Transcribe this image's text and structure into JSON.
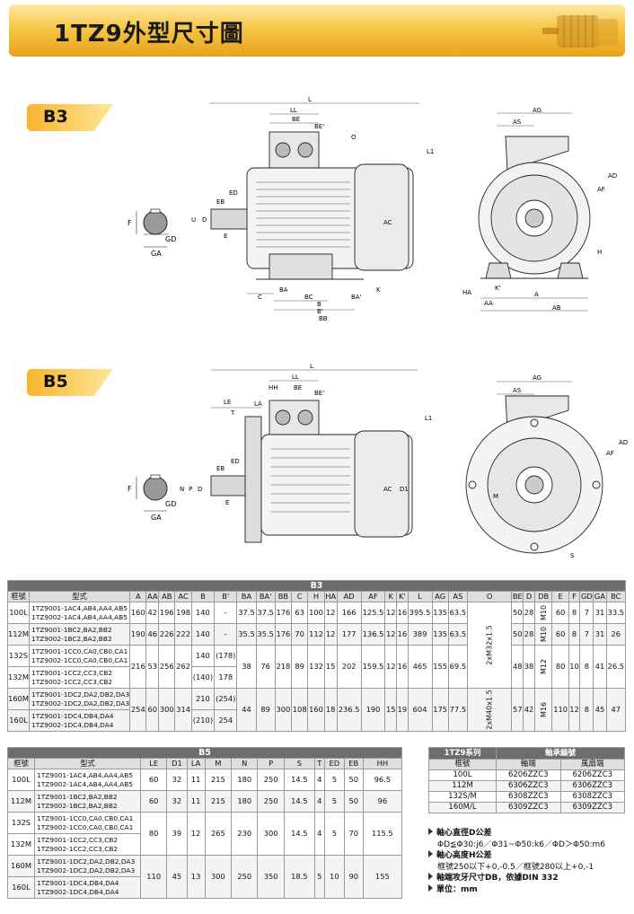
{
  "title": "1TZ9外型尺寸圖",
  "b3_tab": "B3",
  "b5_tab": "B5",
  "dlabels": {
    "b3_side": [
      "L",
      "LL",
      "BE",
      "BE'",
      "O",
      "L1",
      "ED",
      "EB",
      "E",
      "D",
      "U",
      "AC",
      "C",
      "BA",
      "BC",
      "BA'",
      "K",
      "B",
      "B'",
      "BB"
    ],
    "b3_front": [
      "AG",
      "AS",
      "AF",
      "AD",
      "H",
      "HA",
      "K'",
      "AA",
      "A",
      "AB"
    ],
    "b3_shaft": [
      "F",
      "GD",
      "GA"
    ],
    "b5_side": [
      "L",
      "LL",
      "HH",
      "BE",
      "BE'",
      "LE",
      "LA",
      "T",
      "L1",
      "ED",
      "EB",
      "E",
      "N",
      "P",
      "D",
      "AC",
      "D1"
    ],
    "b5_front": [
      "AG",
      "AS",
      "AF",
      "AD",
      "M",
      "S"
    ],
    "b5_shaft": [
      "F",
      "GD",
      "GA"
    ]
  },
  "b3": {
    "caption": "B3",
    "headers": [
      "框號",
      "型式",
      "A",
      "AA",
      "AB",
      "AC",
      "B",
      "B'",
      "BA",
      "BA'",
      "BB",
      "C",
      "H",
      "HA",
      "AD",
      "AF",
      "K",
      "K'",
      "L",
      "AG",
      "AS",
      "O",
      "BE",
      "D",
      "DB",
      "E",
      "F",
      "GD",
      "GA",
      "BC"
    ],
    "o1": "2xM32x1.5",
    "o2": "2xM40x1.5",
    "r100": {
      "f": "100L",
      "m1": "1TZ9001-1AC4,AB4,AA4,AB5",
      "m2": "1TZ9002-1AC4,AB4,AA4,AB5",
      "v": [
        "160",
        "42",
        "196",
        "198",
        "140",
        "-",
        "37.5",
        "37.5",
        "176",
        "63",
        "100",
        "12",
        "166",
        "125.5",
        "12",
        "16",
        "395.5",
        "135",
        "63.5"
      ],
      "w": [
        "50",
        "28",
        "M10",
        "60",
        "8",
        "7",
        "31",
        "33.5"
      ]
    },
    "r112": {
      "f": "112M",
      "m1": "1TZ9001-1BC2,BA2,BB2",
      "m2": "1TZ9002-1BC2,BA2,BB2",
      "v": [
        "190",
        "46",
        "226",
        "222",
        "140",
        "-",
        "35.5",
        "35.5",
        "176",
        "70",
        "112",
        "12",
        "177",
        "136.5",
        "12",
        "16",
        "389",
        "135",
        "63.5"
      ],
      "w": [
        "50",
        "28",
        "M10",
        "60",
        "8",
        "7",
        "31",
        "26"
      ]
    },
    "r132": {
      "f1": "132S",
      "f2": "132M",
      "m1": "1TZ9001-1CC0,CA0,CB0,CA1",
      "m2": "1TZ9002-1CC0,CA0,CB0,CA1",
      "m3": "1TZ9001-1CC2,CC3,CB2",
      "m4": "1TZ9002-1CC2,CC3,CB2",
      "a": [
        "216",
        "53",
        "256",
        "262"
      ],
      "b1": "140",
      "bp1": "(178)",
      "b2": "(140)",
      "bp2": "178",
      "v": [
        "38",
        "76",
        "218",
        "89",
        "132",
        "15",
        "202",
        "159.5",
        "12",
        "16",
        "465",
        "155",
        "69.5"
      ],
      "w": [
        "48",
        "38",
        "M12",
        "80",
        "10",
        "8",
        "41",
        "26.5"
      ]
    },
    "r160": {
      "f1": "160M",
      "f2": "160L",
      "m1": "1TZ9001-1DC2,DA2,DB2,DA3",
      "m2": "1TZ9002-1DC2,DA2,DB2,DA3",
      "m3": "1TZ9001-1DC4,DB4,DA4",
      "m4": "1TZ9002-1DC4,DB4,DA4",
      "a": [
        "254",
        "60",
        "300",
        "314"
      ],
      "b1": "210",
      "bp1": "(254)",
      "b2": "(210)",
      "bp2": "254",
      "v": [
        "44",
        "89",
        "300",
        "108",
        "160",
        "18",
        "236.5",
        "190",
        "15",
        "19",
        "604",
        "175",
        "77.5"
      ],
      "w": [
        "57",
        "42",
        "M16",
        "110",
        "12",
        "8",
        "45",
        "47"
      ]
    }
  },
  "b5": {
    "caption": "B5",
    "headers": [
      "框號",
      "型式",
      "LE",
      "D1",
      "LA",
      "M",
      "N",
      "P",
      "S",
      "T",
      "ED",
      "EB",
      "HH"
    ],
    "rows": [
      {
        "f": "100L",
        "m1": "1TZ9001-1AC4,AB4,AA4,AB5",
        "m2": "1TZ9002-1AC4,AB4,AA4,AB5",
        "v": [
          "60",
          "32",
          "11",
          "215",
          "180",
          "250",
          "14.5",
          "4",
          "5",
          "50",
          "96.5"
        ]
      },
      {
        "f": "112M",
        "m1": "1TZ9001-1BC2,BA2,BB2",
        "m2": "1TZ9002-1BC2,BA2,BB2",
        "v": [
          "60",
          "32",
          "11",
          "215",
          "180",
          "250",
          "14.5",
          "4",
          "5",
          "50",
          "96"
        ]
      }
    ],
    "r132": {
      "f1": "132S",
      "f2": "132M",
      "m1": "1TZ9001-1CC0,CA0,CB0,CA1",
      "m2": "1TZ9002-1CC0,CA0,CB0,CA1",
      "m3": "1TZ9001-1CC2,CC3,CB2",
      "m4": "1TZ9002-1CC2,CC3,CB2",
      "v": [
        "80",
        "39",
        "12",
        "265",
        "230",
        "300",
        "14.5",
        "4",
        "5",
        "70",
        "115.5"
      ]
    },
    "r160": {
      "f1": "160M",
      "f2": "160L",
      "m1": "1TZ9001-1DC2,DA2,DB2,DA3",
      "m2": "1TZ9002-1DC2,DA2,DB2,DA3",
      "m3": "1TZ9001-1DC4,DB4,DA4",
      "m4": "1TZ9002-1DC4,DB4,DA4",
      "v": [
        "110",
        "45",
        "13",
        "300",
        "250",
        "350",
        "18.5",
        "5",
        "10",
        "90",
        "155"
      ]
    }
  },
  "bearing": {
    "h1": "1TZ9系列",
    "h2": "軸承編號",
    "s1": "框號",
    "s2": "軸端",
    "s3": "風扇端",
    "rows": [
      [
        "100L",
        "6206ZZC3",
        "6206ZZC3"
      ],
      [
        "112M",
        "6306ZZC3",
        "6306ZZC3"
      ],
      [
        "132S/M",
        "6308ZZC3",
        "6308ZZC3"
      ],
      [
        "160M/L",
        "6309ZZC3",
        "6309ZZC3"
      ]
    ]
  },
  "notes": [
    {
      "h": "軸心直徑D公差",
      "s": "ΦD≦Φ30:j6／Φ31~Φ50:k6／ΦD＞Φ50:m6"
    },
    {
      "h": "軸心高度H公差",
      "s": "框號250以下+0,-0.5／框號280以上+0,-1"
    },
    {
      "h": "軸端攻牙尺寸DB，依據DIN 332",
      "s": ""
    },
    {
      "h": "單位：mm",
      "s": ""
    }
  ]
}
